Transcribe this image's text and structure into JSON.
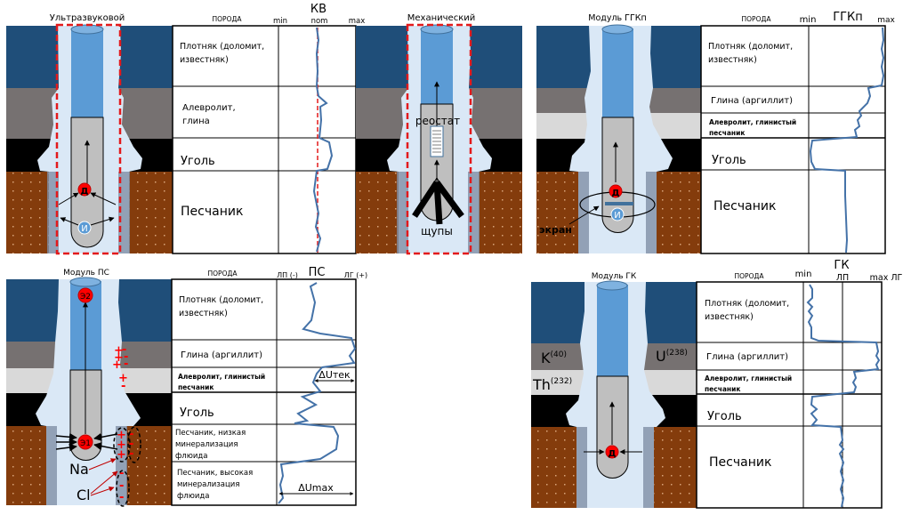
{
  "colors": {
    "dolomite": "#1f4e79",
    "clay": "#767171",
    "siltstone": "#d9d9d9",
    "coal": "#000000",
    "sandstone": "#843c0c",
    "borehole_fluid": "#dae8f6",
    "probe_blue": "#5b9bd5",
    "probe_gray": "#bfbfbf",
    "log_curve": "#4472a8",
    "sensor_red": "#ff0000",
    "frame_dash": "#e31a1c"
  },
  "panels": {
    "ultrasonic": {
      "title": "Ультразвуковой",
      "header": {
        "rock": "ПОРОДА",
        "min": "min",
        "name": "КВ",
        "nom": "nom",
        "max": "max"
      },
      "layers": [
        {
          "label": "Плотняк (доломит,\nизвестняк)",
          "l1": "Плотняк (доломит,",
          "l2": "известняк)"
        },
        {
          "l1": "Алевролит,",
          "l2": "глина"
        },
        {
          "l1": "Уголь"
        },
        {
          "l1": "Песчаник"
        }
      ],
      "detector": "Д",
      "source": "И"
    },
    "mechanical": {
      "title": "Механический",
      "rheostat": "реостат",
      "probes": "щупы"
    },
    "ggkp": {
      "title": "Модуль ГГКп",
      "header": {
        "rock": "ПОРОДА",
        "min": "min",
        "name": "ГГКп",
        "max": "max"
      },
      "layers": [
        {
          "l1": "Плотняк (доломит,",
          "l2": "известняк)"
        },
        {
          "l1": "Глина (аргиллит)"
        },
        {
          "l1": "Алевролит, глинистый",
          "l2": "песчаник"
        },
        {
          "l1": "Уголь"
        },
        {
          "l1": "Песчаник"
        }
      ],
      "detector": "Д",
      "source": "И",
      "screen": "экран"
    },
    "ps": {
      "title": "Модуль ПС",
      "header": {
        "rock": "ПОРОДА",
        "min": "ЛП (-)",
        "name": "ПС",
        "max": "ЛГ (+)"
      },
      "layers": [
        {
          "l1": "Плотняк (доломит,",
          "l2": "известняк)"
        },
        {
          "l1": "Глина (аргиллит)"
        },
        {
          "l1": "Алевролит, глинистый",
          "l2": "песчаник"
        },
        {
          "l1": "Уголь"
        },
        {
          "l1": "Песчаник, низкая",
          "l2": "минерализация",
          "l3": "флюида"
        },
        {
          "l1": "Песчаник, высокая",
          "l2": "минерализация",
          "l3": "флюида"
        }
      ],
      "electrode1": "Э1",
      "electrode2": "Э2",
      "ion_na": "Na",
      "ion_cl": "Cl",
      "du_cur": "ΔUтек",
      "du_max": "ΔUmax",
      "plus": "+",
      "minus": "-"
    },
    "gk": {
      "title": "Модуль ГК",
      "header": {
        "rock": "ПОРОДА",
        "min": "min",
        "name": "ГК",
        "lp": "ЛП",
        "max": "max ЛГ"
      },
      "layers": [
        {
          "l1": "Плотняк (доломит,",
          "l2": "известняк)"
        },
        {
          "l1": "Глина (аргиллит)"
        },
        {
          "l1": "Алевролит, глинистый",
          "l2": "песчаник"
        },
        {
          "l1": "Уголь"
        },
        {
          "l1": "Песчаник"
        }
      ],
      "detector": "Д",
      "k": "K",
      "k_sup": "(40)",
      "u": "U",
      "u_sup": "(238)",
      "th": "Th",
      "th_sup": "(232)"
    }
  }
}
